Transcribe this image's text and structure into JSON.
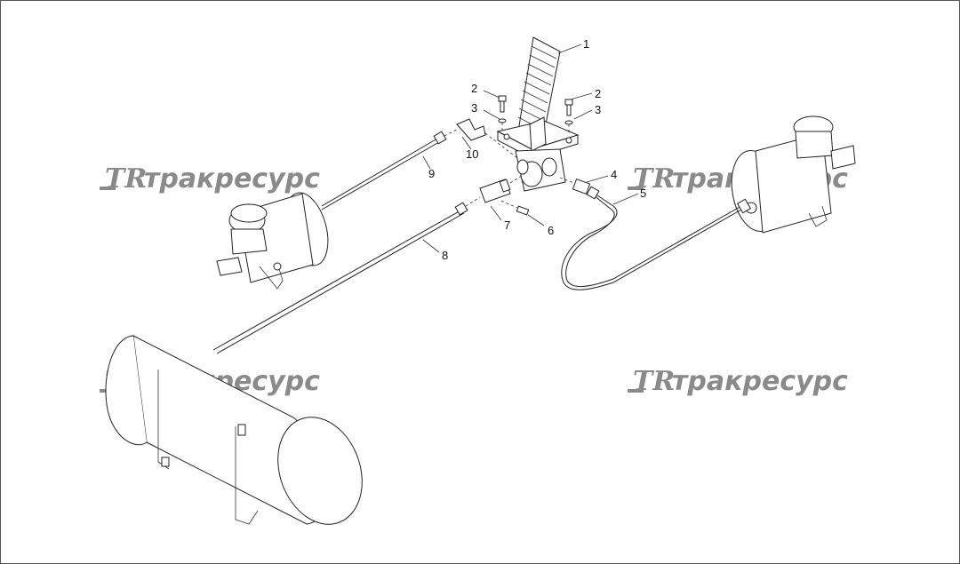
{
  "watermark": {
    "logo": "TR",
    "text": "тракресурс"
  },
  "callouts": [
    {
      "id": "c1",
      "label": "1"
    },
    {
      "id": "c2a",
      "label": "2"
    },
    {
      "id": "c2b",
      "label": "2"
    },
    {
      "id": "c3a",
      "label": "3"
    },
    {
      "id": "c3b",
      "label": "3"
    },
    {
      "id": "c4",
      "label": "4"
    },
    {
      "id": "c5",
      "label": "5"
    },
    {
      "id": "c6",
      "label": "6"
    },
    {
      "id": "c7",
      "label": "7"
    },
    {
      "id": "c8",
      "label": "8"
    },
    {
      "id": "c9",
      "label": "9"
    },
    {
      "id": "c10",
      "label": "10"
    }
  ]
}
